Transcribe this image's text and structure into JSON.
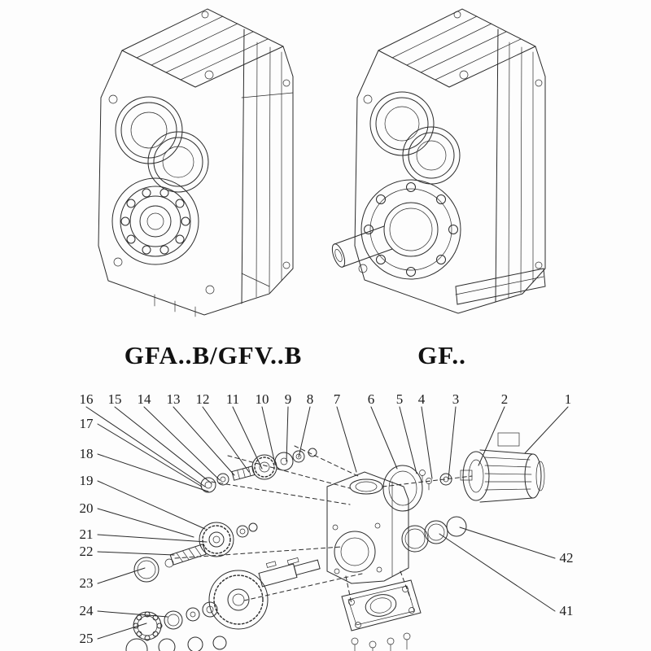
{
  "colors": {
    "background": "#fdfdfd",
    "ink": "#2b2b2b"
  },
  "products": [
    {
      "id": "gfab",
      "label": "GFA..B/GFV..B",
      "description": "shaft-mounted-gearbox-drawing"
    },
    {
      "id": "gf",
      "label": "GF..",
      "description": "flange-output-gearbox-drawing"
    }
  ],
  "exploded": {
    "title": "exploded-parts-view",
    "top_numbers": [
      "16",
      "15",
      "14",
      "13",
      "12",
      "11",
      "10",
      "9",
      "8",
      "7",
      "6",
      "5",
      "4",
      "3",
      "2",
      "1"
    ],
    "left_numbers": [
      "17",
      "18",
      "19",
      "20",
      "21",
      "22",
      "23",
      "24",
      "25"
    ],
    "right_numbers": [
      "42",
      "41"
    ]
  }
}
